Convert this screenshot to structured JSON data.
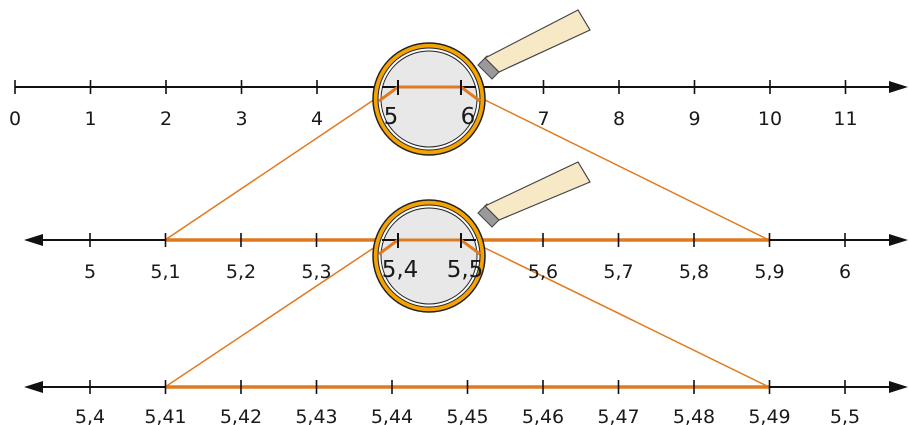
{
  "colors": {
    "axis": "#111111",
    "highlight": "#e07a1f",
    "lens_ring": "#f5a300",
    "lens_glass": "#e8e8e8",
    "handle": "#f7e9c6"
  },
  "lines": [
    {
      "id": "line1",
      "labels": [
        "0",
        "1",
        "2",
        "3",
        "4",
        "5",
        "6",
        "7",
        "8",
        "9",
        "10",
        "11"
      ]
    },
    {
      "id": "line2",
      "labels": [
        "5",
        "5,1",
        "5,2",
        "5,3",
        "5,4",
        "5,5",
        "5,6",
        "5,7",
        "5,8",
        "5,9",
        "6"
      ]
    },
    {
      "id": "line3",
      "labels": [
        "5,4",
        "5,41",
        "5,42",
        "5,43",
        "5,44",
        "5,45",
        "5,46",
        "5,47",
        "5,48",
        "5,49",
        "5,5"
      ]
    }
  ],
  "magnifiers": [
    {
      "id": "magnifier1",
      "labels": [
        "5",
        "6"
      ]
    },
    {
      "id": "magnifier2",
      "labels": [
        "5,4",
        "5,5"
      ]
    }
  ]
}
